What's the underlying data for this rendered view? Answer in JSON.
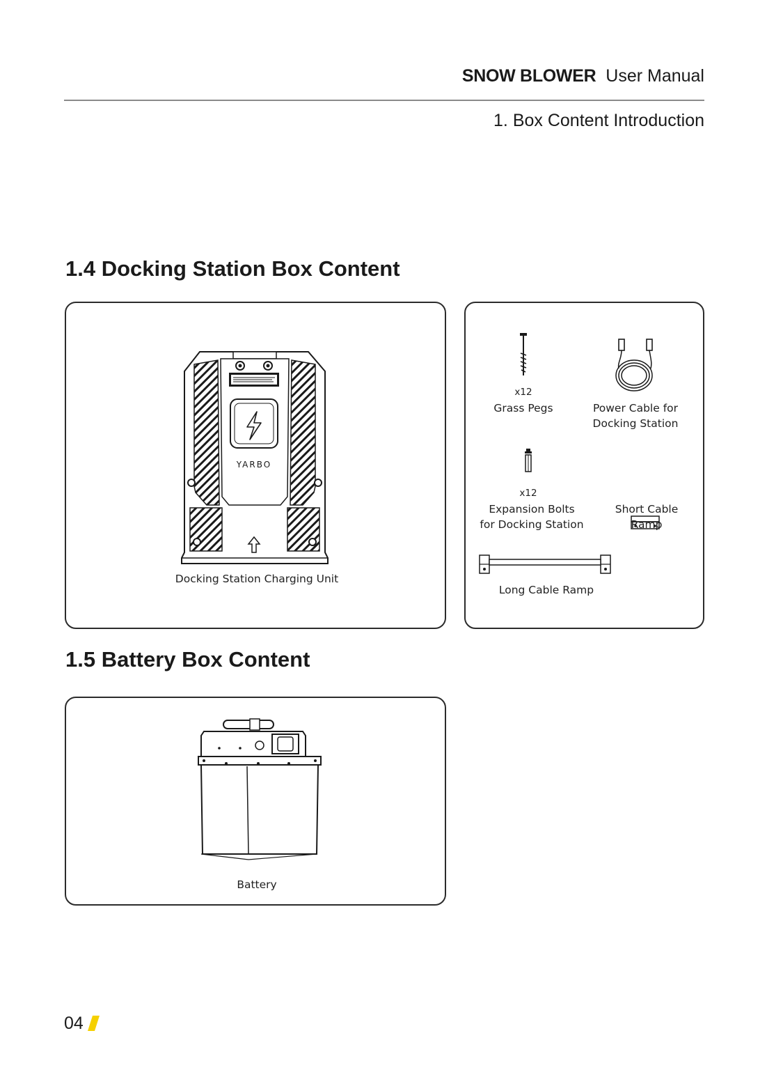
{
  "header": {
    "brand": "SNOW BLOWER",
    "doc_title": "User Manual",
    "section": "1. Box Content Introduction"
  },
  "docking": {
    "heading": "1.4 Docking Station Box Content",
    "main_item": {
      "caption": "Docking Station Charging Unit",
      "logo_text": "YARBO"
    },
    "items": [
      {
        "qty": "x12",
        "caption_line1": "Grass Pegs",
        "caption_line2": ""
      },
      {
        "qty": "",
        "caption_line1": "Power Cable for",
        "caption_line2": "Docking Station"
      },
      {
        "qty": "x12",
        "caption_line1": "Expansion Bolts",
        "caption_line2": "for Docking Station"
      },
      {
        "qty": "",
        "caption_line1": "Short Cable",
        "caption_line2": "Ramp"
      },
      {
        "qty": "",
        "caption_line1": "Long Cable Ramp",
        "caption_line2": ""
      }
    ]
  },
  "battery": {
    "heading": "1.5 Battery Box Content",
    "caption": "Battery"
  },
  "footer": {
    "page_number": "04",
    "accent_color": "#F5D000"
  }
}
